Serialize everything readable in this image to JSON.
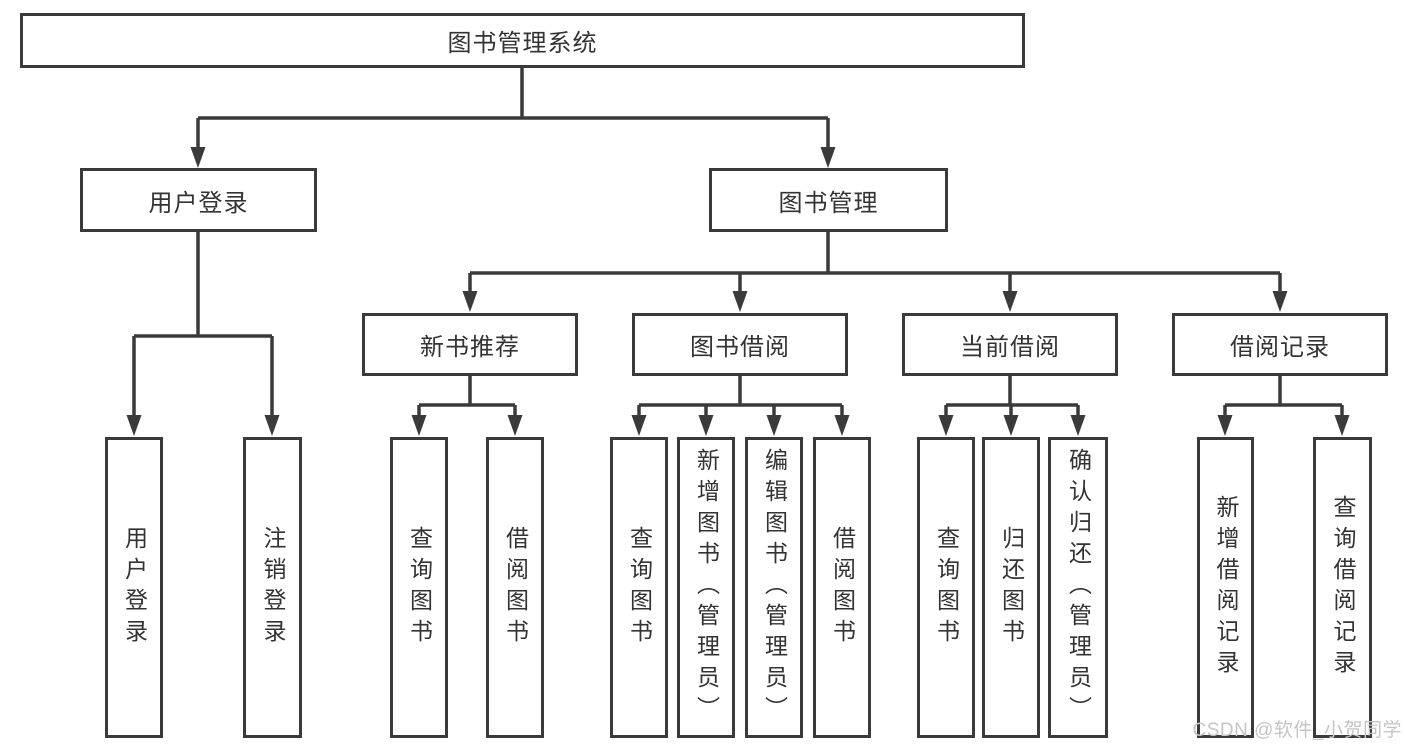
{
  "tree": {
    "root": {
      "label": "图书管理系统"
    },
    "branches": [
      {
        "label": "用户登录",
        "children": [
          {
            "label": "用户登录"
          },
          {
            "label": "注销登录"
          }
        ]
      },
      {
        "label": "图书管理",
        "children": [
          {
            "label": "新书推荐",
            "children": [
              {
                "label": "查询图书"
              },
              {
                "label": "借阅图书"
              }
            ]
          },
          {
            "label": "图书借阅",
            "children": [
              {
                "label": "查询图书"
              },
              {
                "label": "新增图书（管理员）"
              },
              {
                "label": "编辑图书（管理员）"
              },
              {
                "label": "借阅图书"
              }
            ]
          },
          {
            "label": "当前借阅",
            "children": [
              {
                "label": "查询图书"
              },
              {
                "label": "归还图书"
              },
              {
                "label": "确认归还（管理员）"
              }
            ]
          },
          {
            "label": "借阅记录",
            "children": [
              {
                "label": "新增借阅记录"
              },
              {
                "label": "查询借阅记录"
              }
            ]
          }
        ]
      }
    ]
  },
  "watermark": {
    "text": "CSDN @软件_小贺同学"
  },
  "colors": {
    "line": "#3a3a3a",
    "border": "#3a3a3a",
    "text": "#333333",
    "watermark": "#c5c5c5",
    "background": "#ffffff"
  }
}
